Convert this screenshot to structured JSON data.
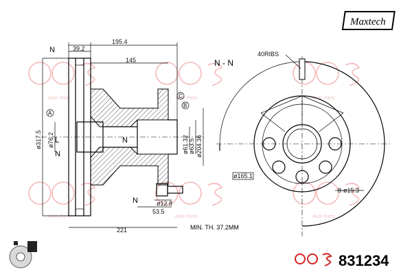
{
  "brand": {
    "logo_text": "Maxtech",
    "footer_logo_text": "GOS",
    "watermark": "Auto Parts"
  },
  "part_number": "831234",
  "section_labels": {
    "n_left_top": "N",
    "n_left_mid": "N",
    "n_bottom": "N",
    "view_label": "N - N"
  },
  "callouts": {
    "a": "A",
    "c": "C",
    "b": "B"
  },
  "dimensions": {
    "d392": "39.2",
    "d1954": "195.4",
    "d145": "145",
    "d3175": "ø317.5",
    "d762": "ø76.2",
    "d6132": "ø61.32",
    "d635": "ø63.5",
    "d20436": "ø204.36",
    "d128": "ø12.8",
    "d535": "53.5",
    "d221": "221",
    "ribs": "40RIBS",
    "d1651": "ø165.1",
    "holes": "8-ø15.3"
  },
  "min_thickness": "MIN. TH. 37.2MM",
  "colors": {
    "watermark": "#f4b8b8",
    "line": "#000000",
    "part_number": "#000000"
  }
}
